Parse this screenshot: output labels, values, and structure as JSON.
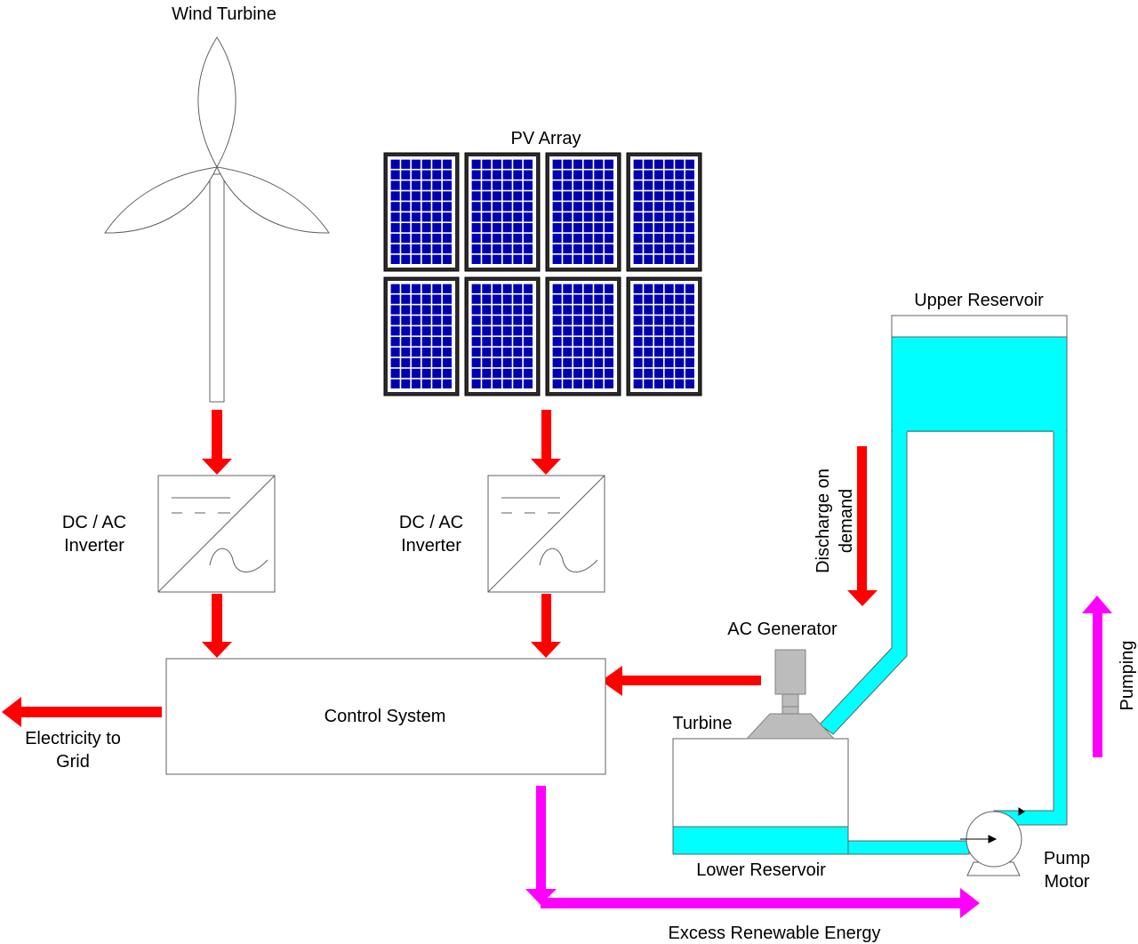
{
  "labels": {
    "wind_turbine": "Wind Turbine",
    "pv_array": "PV Array",
    "inverter_1_line1": "DC / AC",
    "inverter_1_line2": "Inverter",
    "inverter_2_line1": "DC / AC",
    "inverter_2_line2": "Inverter",
    "control_system": "Control System",
    "grid_line1": "Electricity to",
    "grid_line2": "Grid",
    "ac_generator": "AC Generator",
    "turbine": "Turbine",
    "upper_reservoir": "Upper Reservoir",
    "lower_reservoir": "Lower Reservoir",
    "pump_line1": "Pump",
    "pump_line2": "Motor",
    "discharge_line1": "Discharge on",
    "discharge_line2": "demand",
    "pumping": "Pumping",
    "excess": "Excess Renewable Energy"
  },
  "colors": {
    "power_flow": "#ff0000",
    "excess_flow": "#ff00ff",
    "water": "#00ffff",
    "pv_cell": "#0000b0",
    "pv_frame": "#2a2a2a",
    "machine": "#bcbcbc"
  },
  "icons": {
    "inverter": "dc-ac-inverter-icon",
    "pump": "pump-icon",
    "turbine": "wind-turbine-icon"
  }
}
